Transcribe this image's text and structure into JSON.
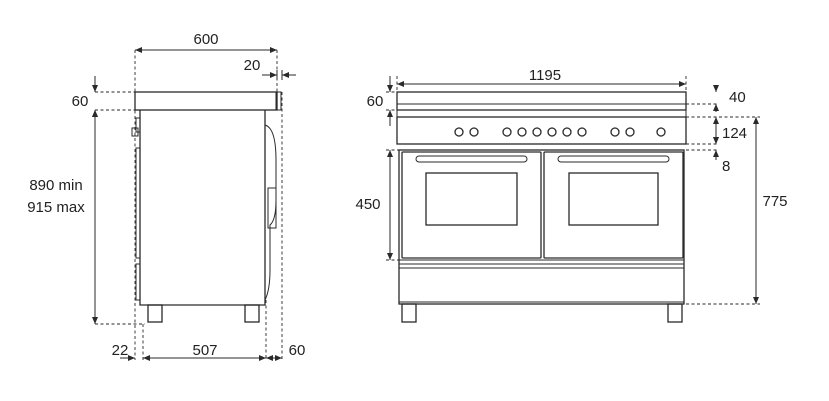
{
  "side_view": {
    "width": "600",
    "top_overhang": "20",
    "worktop_thickness": "60",
    "height_min": "890 min",
    "height_max": "915 max",
    "foot_offset": "22",
    "depth_body": "507",
    "back_offset": "60"
  },
  "front_view": {
    "width": "1195",
    "top_thickness": "60",
    "upper_gap": "40",
    "control_panel": "124",
    "small_gap": "8",
    "oven_height": "450",
    "body_height": "775"
  },
  "colors": {
    "line": "#2a2a2a",
    "background": "#ffffff"
  }
}
